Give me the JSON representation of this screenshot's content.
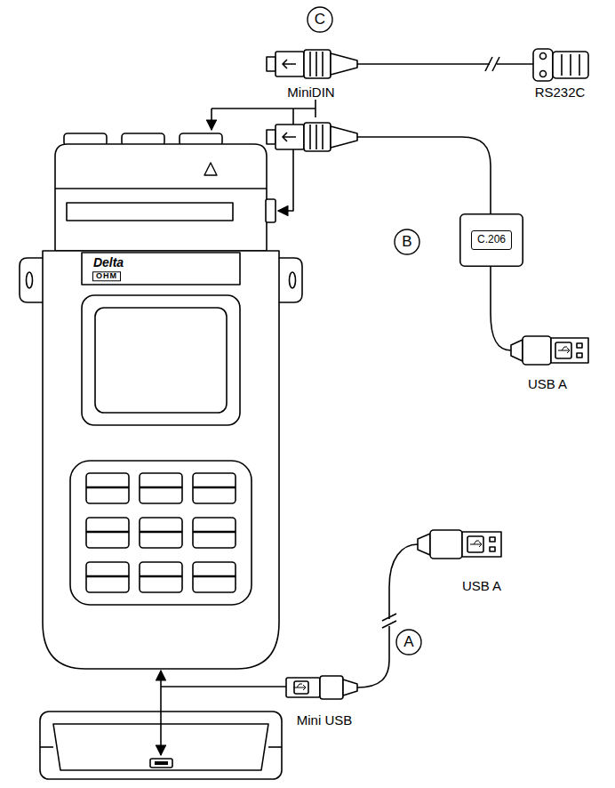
{
  "diagram": {
    "nodes": [
      {
        "text": [
          "C"
        ]
      },
      {
        "text": [
          "B"
        ]
      },
      {
        "text": [
          "C.206"
        ]
      },
      {
        "text": [
          "A"
        ]
      }
    ],
    "labels": [
      "MiniDIN",
      "RS232C",
      "USB A",
      "USB A",
      "Mini USB",
      "Delta",
      "OHM"
    ]
  }
}
